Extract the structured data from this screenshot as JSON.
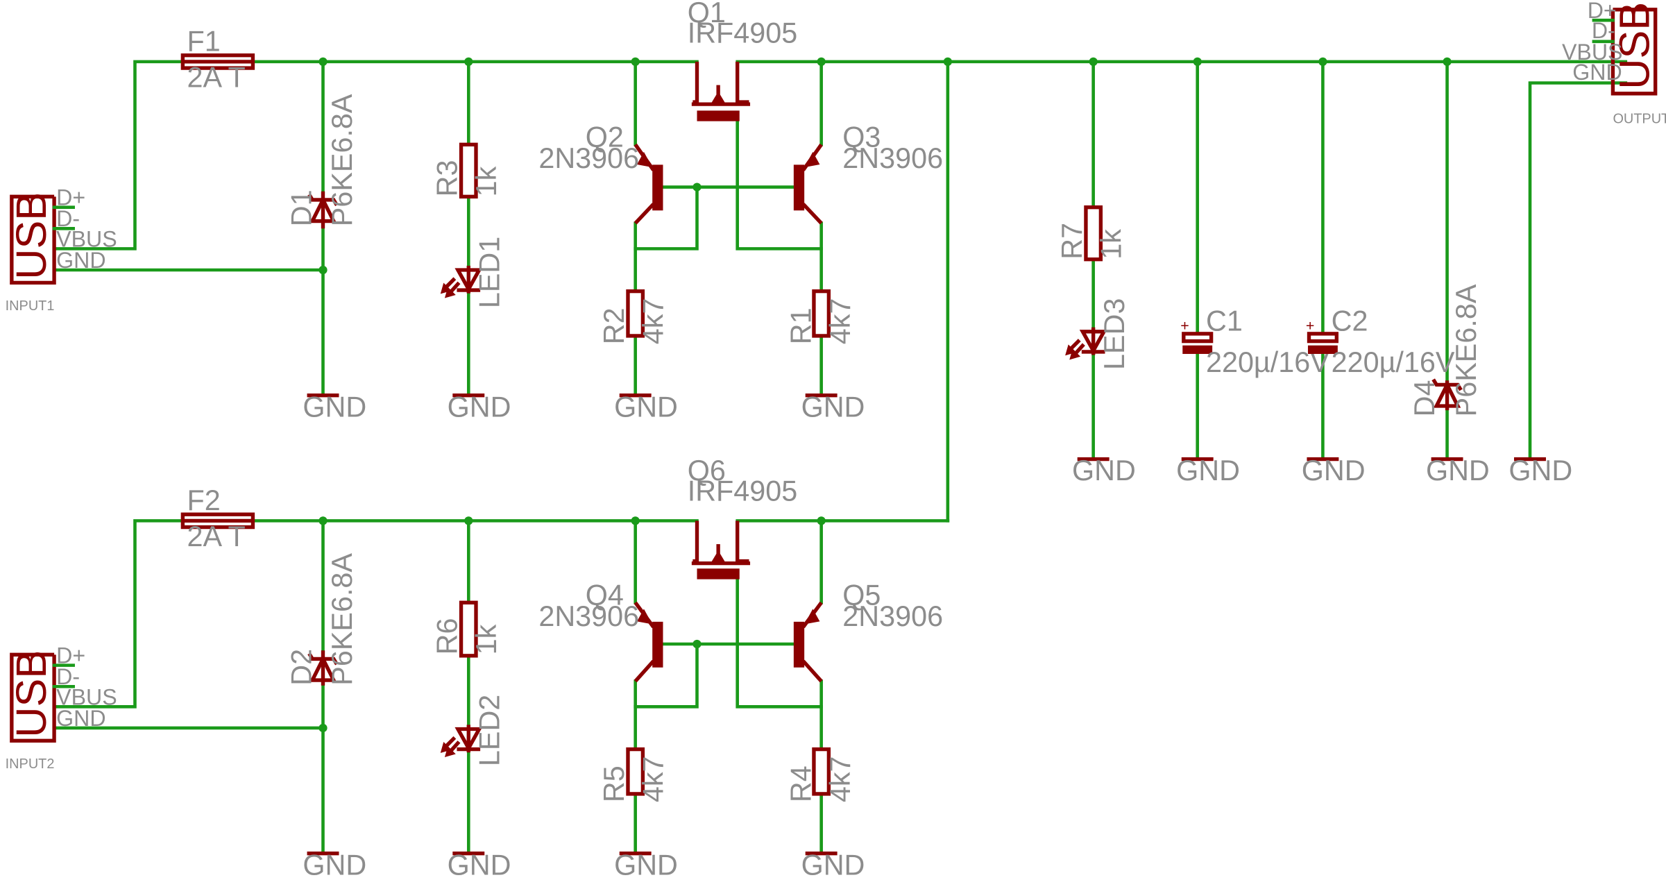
{
  "usb_label": "USB",
  "usb_pins": {
    "dp": "D+",
    "dm": "D-",
    "vbus": "VBUS",
    "gnd": "GND"
  },
  "gnd_label": "GND",
  "connectors": {
    "input1": "INPUT1",
    "input2": "INPUT2",
    "output": "OUTPUT"
  },
  "fuses": [
    {
      "name": "F1",
      "value": "2A T"
    },
    {
      "name": "F2",
      "value": "2A T"
    }
  ],
  "diodes": [
    {
      "name": "D1",
      "value": "P6KE6.8A"
    },
    {
      "name": "D2",
      "value": "P6KE6.8A"
    },
    {
      "name": "D4",
      "value": "P6KE6.8A"
    }
  ],
  "resistors": [
    {
      "name": "R1",
      "value": "4k7"
    },
    {
      "name": "R2",
      "value": "4k7"
    },
    {
      "name": "R3",
      "value": "1k"
    },
    {
      "name": "R4",
      "value": "4k7"
    },
    {
      "name": "R5",
      "value": "4k7"
    },
    {
      "name": "R6",
      "value": "1k"
    },
    {
      "name": "R7",
      "value": "1k"
    }
  ],
  "leds": [
    {
      "name": "LED1"
    },
    {
      "name": "LED2"
    },
    {
      "name": "LED3"
    }
  ],
  "mosfets": [
    {
      "name": "Q1",
      "value": "IRF4905"
    },
    {
      "name": "Q6",
      "value": "IRF4905"
    }
  ],
  "bjts": [
    {
      "name": "Q2",
      "value": "2N3906"
    },
    {
      "name": "Q3",
      "value": "2N3906"
    },
    {
      "name": "Q4",
      "value": "2N3906"
    },
    {
      "name": "Q5",
      "value": "2N3906"
    }
  ],
  "capacitors": [
    {
      "name": "C1",
      "value": "220µ/16V"
    },
    {
      "name": "C2",
      "value": "220µ/16V"
    }
  ],
  "cap_polarity": "+",
  "colors": {
    "wire": "#1a9a1a",
    "part": "#8b0000",
    "text": "#8c8c8c"
  }
}
